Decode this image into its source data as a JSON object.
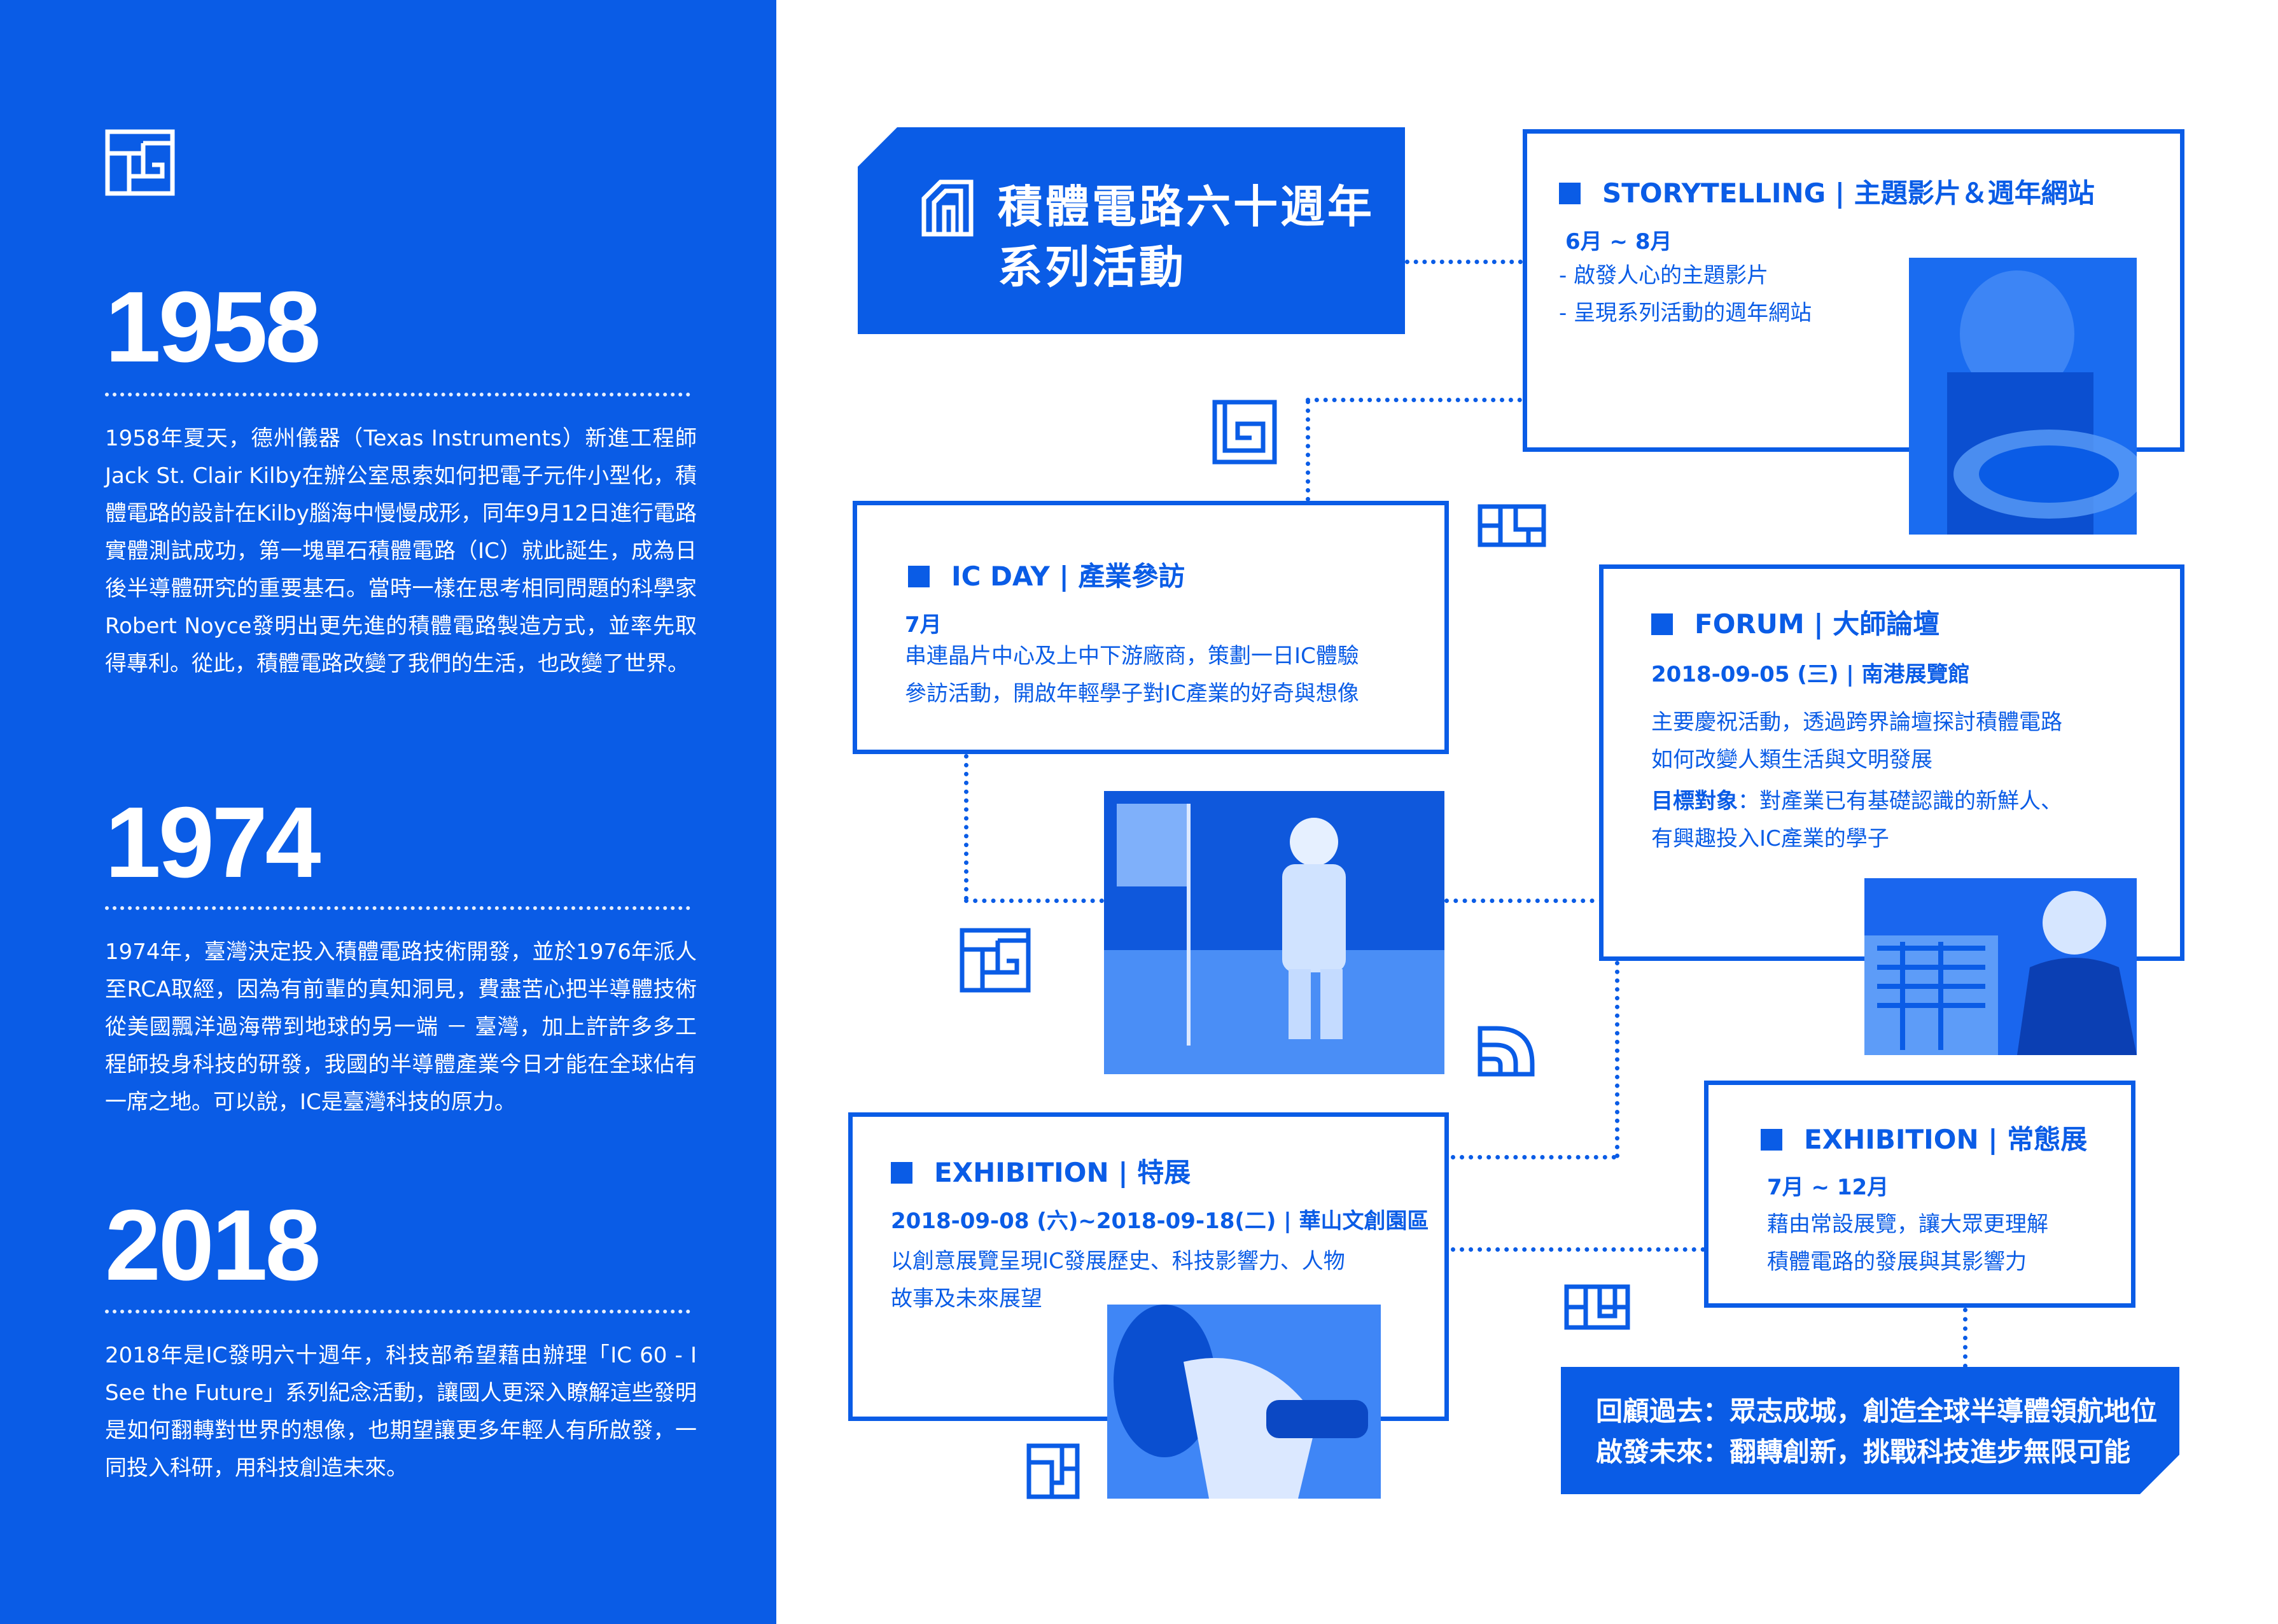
{
  "left": {
    "sections": [
      {
        "year": "1958",
        "text": "1958年夏天，德州儀器（Texas Instruments）新進工程師Jack St. Clair Kilby在辦公室思索如何把電子元件小型化，積體電路的設計在Kilby腦海中慢慢成形，同年9月12日進行電路實體測試成功，第一塊單石積體電路（IC）就此誕生，成為日後半導體研究的重要基石。當時一樣在思考相同問題的科學家Robert Noyce發明出更先進的積體電路製造方式，並率先取得專利。從此，積體電路改變了我們的生活，也改變了世界。"
      },
      {
        "year": "1974",
        "text": "1974年，臺灣決定投入積體電路技術開發，並於1976年派人至RCA取經，因為有前輩的真知洞見，費盡苦心把半導體技術從美國飄洋過海帶到地球的另一端 － 臺灣，加上許許多多工程師投身科技的研發，我國的半導體產業今日才能在全球佔有一席之地。可以說，IC是臺灣科技的原力。"
      },
      {
        "year": "2018",
        "text": "2018年是IC發明六十週年，科技部希望藉由辦理「IC 60 - I See the Future」系列紀念活動，讓國人更深入瞭解這些發明是如何翻轉對世界的想像，也期望讓更多年輕人有所啟發，一同投入科研，用科技創造未來。"
      }
    ]
  },
  "header": {
    "line1": "積體電路六十週年",
    "line2": "系列活動"
  },
  "events": {
    "storytelling": {
      "title": "STORYTELLING | 主題影片＆週年網站",
      "date": "6月 ~ 8月",
      "lines": [
        "- 啟發人心的主題影片",
        "- 呈現系列活動的週年網站"
      ]
    },
    "icday": {
      "title": "IC DAY | 產業參訪",
      "date": "7月",
      "lines": [
        "串連晶片中心及上中下游廠商，策劃一日IC體驗",
        "參訪活動，開啟年輕學子對IC產業的好奇與想像"
      ]
    },
    "forum": {
      "title": "FORUM | 大師論壇",
      "date": "2018-09-05 (三) | 南港展覽館",
      "lines": [
        "主要慶祝活動，透過跨界論壇探討積體電路",
        "如何改變人類生活與文明發展"
      ],
      "target_label": "目標對象",
      "target_text": "：對產業已有基礎認識的新鮮人、",
      "target_text2": "有興趣投入IC產業的學子"
    },
    "exhibition_special": {
      "title": "EXHIBITION | 特展",
      "date": "2018-09-08 (六)~2018-09-18(二) | 華山文創園區",
      "lines": [
        "以創意展覽呈現IC發展歷史、科技影響力、人物",
        "故事及未來展望"
      ]
    },
    "exhibition_permanent": {
      "title": "EXHIBITION | 常態展",
      "date": "7月 ~ 12月",
      "lines": [
        "藉由常設展覽，讓大眾更理解",
        "積體電路的發展與其影響力"
      ]
    }
  },
  "footer": {
    "line1": "回顧過去：眾志成城，創造全球半導體領航地位",
    "line2": "啟發未來：翻轉創新，挑戰科技進步無限可能"
  },
  "colors": {
    "brand": "#0a5ce6",
    "background": "#ffffff"
  }
}
